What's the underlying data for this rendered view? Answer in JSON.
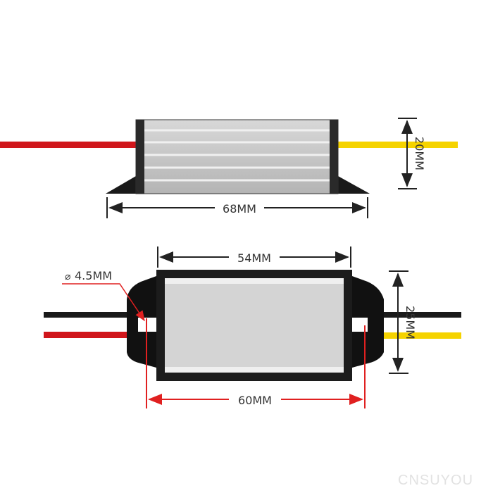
{
  "dimensions": {
    "top_length": "68MM",
    "top_height": "20MM",
    "bottom_body_length": "54MM",
    "bottom_total_length": "60MM",
    "bottom_width": "25MM",
    "wire_diameter": "4.5MM"
  },
  "watermark": "CNSUYOU",
  "colors": {
    "red_wire": "#d0161b",
    "yellow_wire": "#f5d300",
    "black_wire": "#1a1a1a",
    "red_dimension": "#e02020",
    "housing": "#c8c8c8"
  }
}
